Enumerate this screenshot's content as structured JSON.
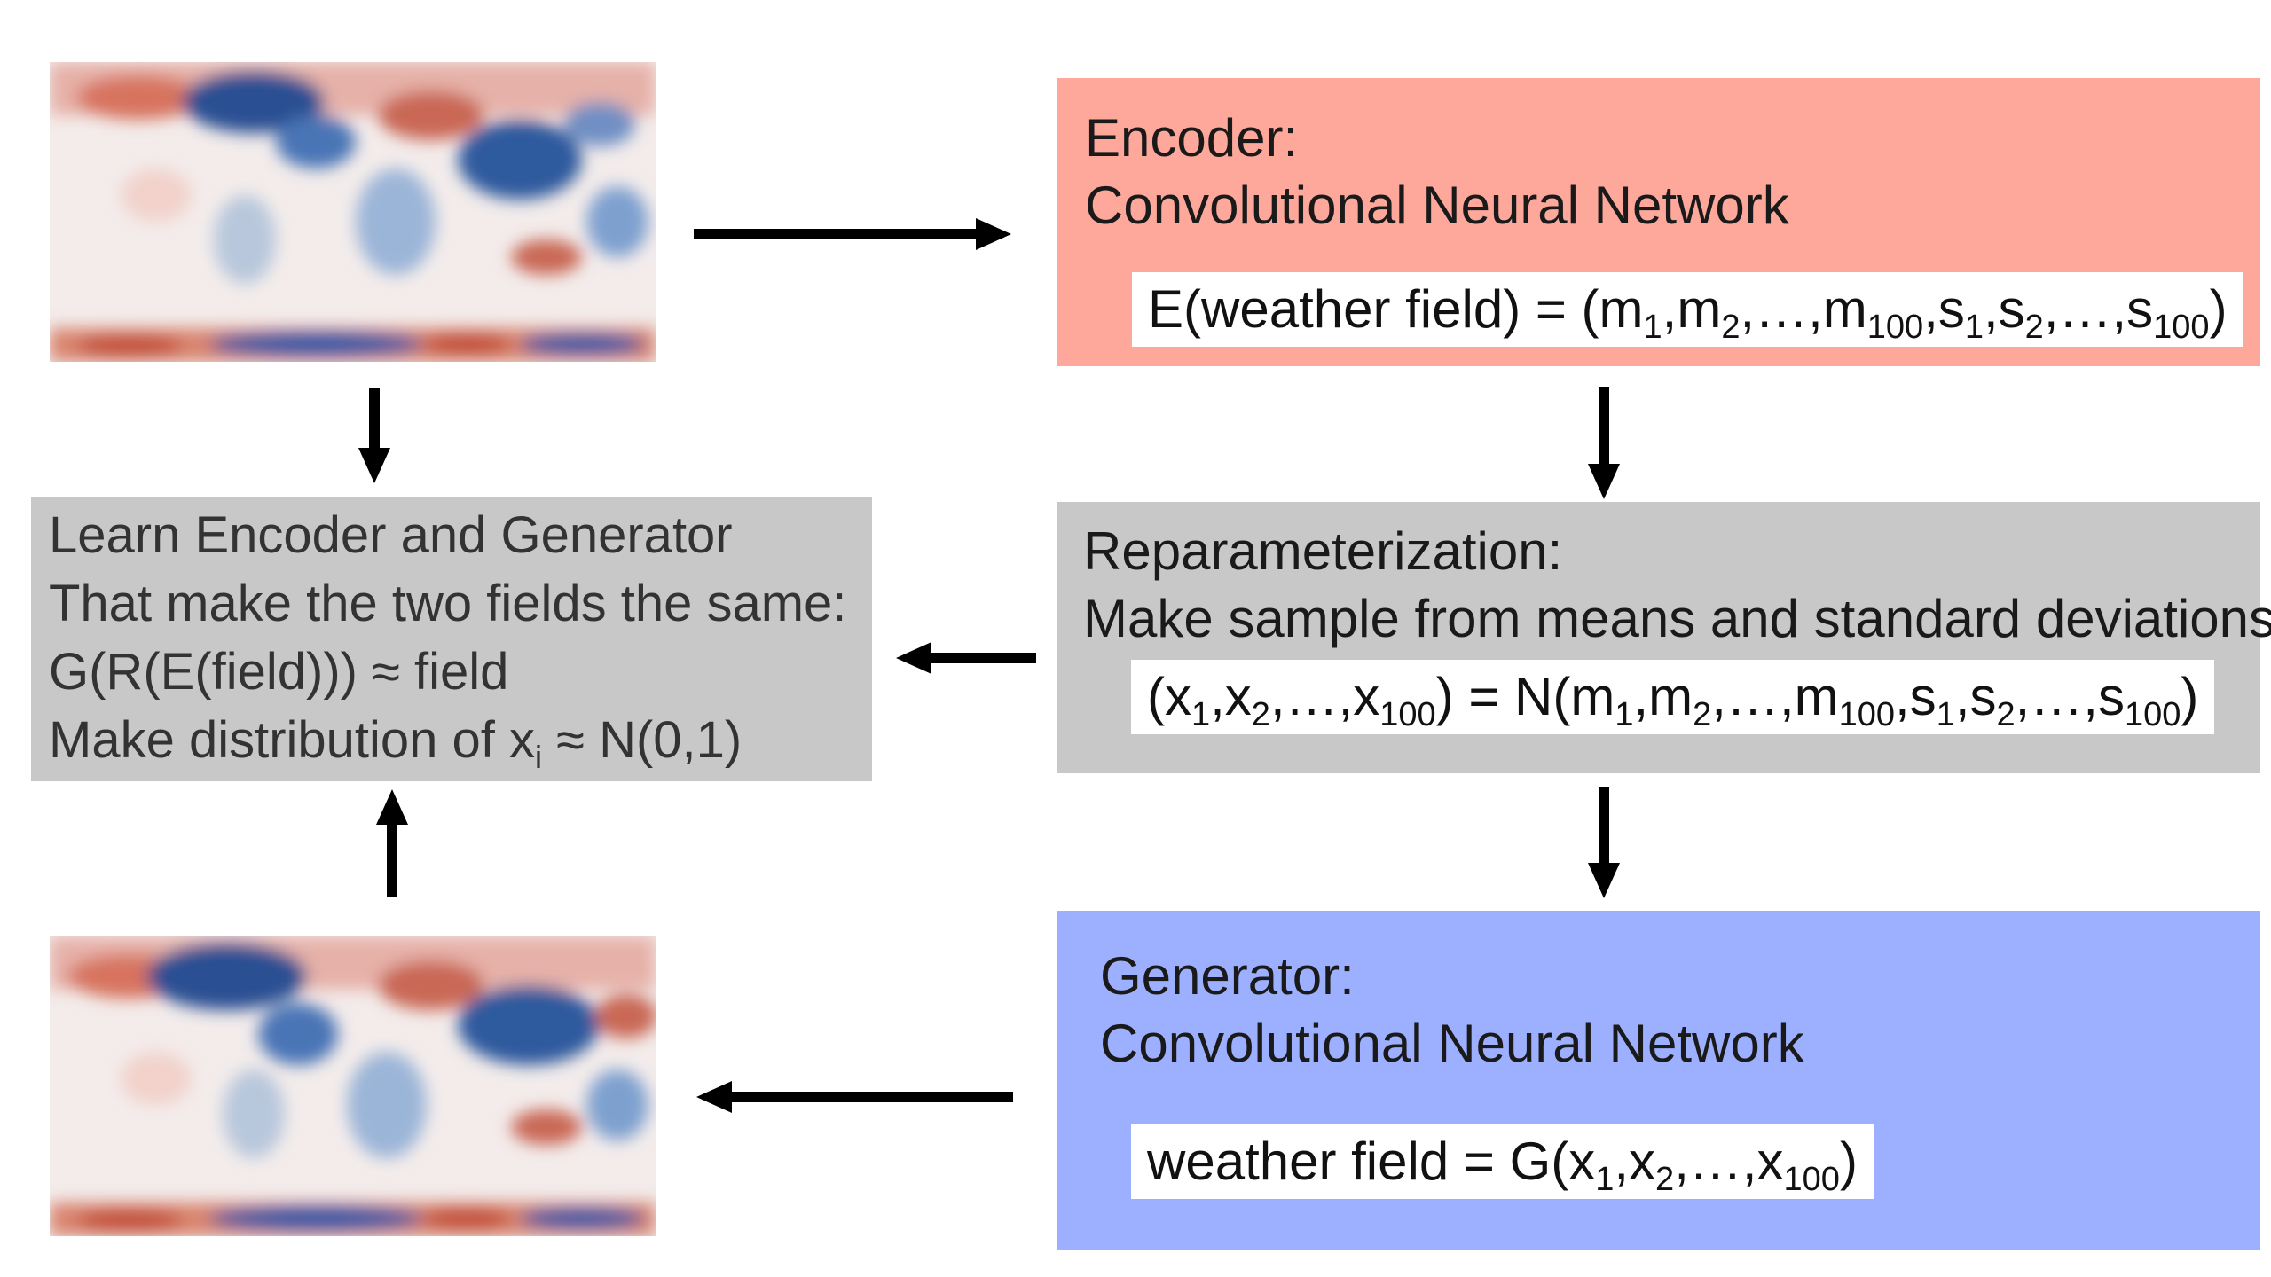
{
  "encoder": {
    "title": "Encoder:",
    "subtitle": "Convolutional Neural Network",
    "formula_parts": [
      "E(weather field) = (m",
      "1",
      ",m",
      "2",
      ",…,m",
      "100",
      ",s",
      "1",
      ",s",
      "2",
      ",…,s",
      "100",
      ")"
    ]
  },
  "reparam": {
    "title": "Reparameterization:",
    "subtitle": "Make sample from means and standard deviations",
    "formula_parts": [
      "(x",
      "1",
      ",x",
      "2",
      ",…,x",
      "100",
      ") = N(m",
      "1",
      ",m",
      "2",
      ",…,m",
      "100",
      ",s",
      "1",
      ",s",
      "2",
      ",…,s",
      "100",
      ")"
    ]
  },
  "generator": {
    "title": "Generator:",
    "subtitle": "Convolutional Neural Network",
    "formula_parts": [
      "weather field = G(x",
      "1",
      ",x",
      "2",
      ",…,x",
      "100",
      ")"
    ]
  },
  "learn": {
    "line1": "Learn Encoder and Generator",
    "line2": "That make the two fields the same:",
    "line3": "G(R(E(field))) ≈ field",
    "line4_pre": "Make distribution of x",
    "line4_sub": "i",
    "line4_post": " ≈ N(0,1)"
  },
  "colors": {
    "encoder_bg": "#fda89b",
    "reparam_bg": "#c8c8c8",
    "generator_bg": "#9db0ff",
    "learn_bg": "#c8c8c8",
    "arrow": "#000000"
  }
}
